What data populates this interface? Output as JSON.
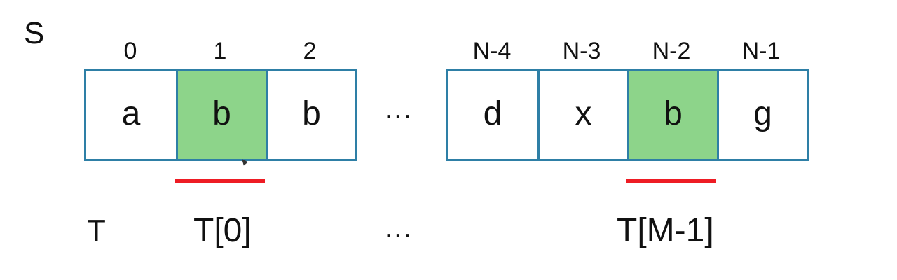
{
  "s_label": "S",
  "t_label": "T",
  "left_indices": [
    "0",
    "1",
    "2"
  ],
  "right_indices": [
    "N-4",
    "N-3",
    "N-2",
    "N-1"
  ],
  "left_cells": [
    {
      "value": "a",
      "highlighted": false
    },
    {
      "value": "b",
      "highlighted": true
    },
    {
      "value": "b",
      "highlighted": false
    }
  ],
  "right_cells": [
    {
      "value": "d",
      "highlighted": false
    },
    {
      "value": "x",
      "highlighted": false
    },
    {
      "value": "b",
      "highlighted": true
    },
    {
      "value": "g",
      "highlighted": false
    }
  ],
  "ellipsis": "⋯",
  "t_first": "T[0]",
  "t_last": "T[M-1]",
  "colors": {
    "highlight": "#8dd48a",
    "border": "#2e7fa6",
    "underline": "#ee1c24"
  }
}
